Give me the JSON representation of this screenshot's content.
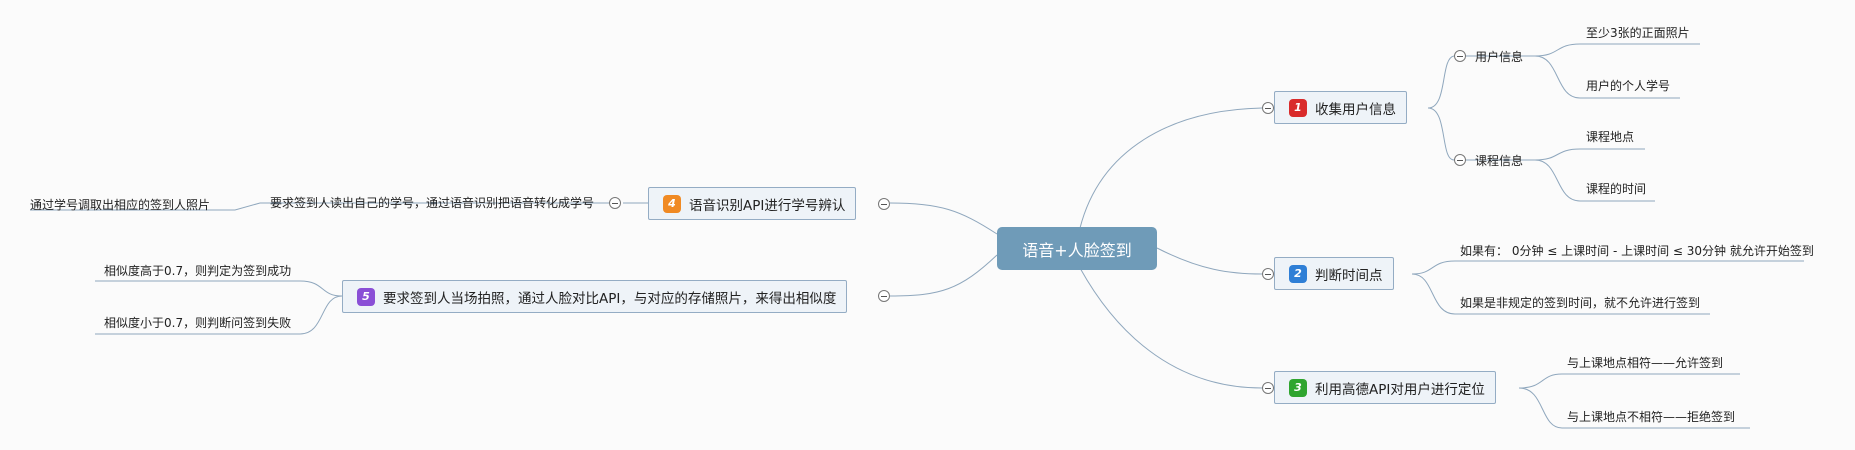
{
  "central": {
    "title": "语音+人脸签到"
  },
  "colors": {
    "central_fill": "#6f9bb8",
    "branch_fill": "#eef3f8",
    "branch_border": "#94acc4",
    "link": "#8fa7bd",
    "badge_1": "#d92b2b",
    "badge_2": "#2f7fd6",
    "badge_3": "#2fa52f",
    "badge_4": "#f08a24",
    "badge_5": "#8a4fd6"
  },
  "branches": [
    {
      "badge": "1",
      "label": "收集用户信息",
      "children": [
        {
          "label": "用户信息",
          "children": [
            {
              "label": "至少3张的正面照片"
            },
            {
              "label": "用户的个人学号"
            }
          ]
        },
        {
          "label": "课程信息",
          "children": [
            {
              "label": "课程地点"
            },
            {
              "label": "课程的时间"
            }
          ]
        }
      ]
    },
    {
      "badge": "2",
      "label": "判断时间点",
      "children": [
        {
          "label": "如果有： 0分钟 ≤ 上课时间 - 上课时间 ≤ 30分钟 就允许开始签到"
        },
        {
          "label": "如果是非规定的签到时间，就不允许进行签到"
        }
      ]
    },
    {
      "badge": "3",
      "label": "利用高德API对用户进行定位",
      "children": [
        {
          "label": "与上课地点相符——允许签到"
        },
        {
          "label": "与上课地点不相符——拒绝签到"
        }
      ]
    },
    {
      "badge": "4",
      "label": "语音识别API进行学号辨认",
      "children": [
        {
          "label": "要求签到人读出自己的学号，通过语音识别把语音转化成学号",
          "children": [
            {
              "label": "通过学号调取出相应的签到人照片"
            }
          ]
        }
      ]
    },
    {
      "badge": "5",
      "label": "要求签到人当场拍照，通过人脸对比API，与对应的存储照片，来得出相似度",
      "children": [
        {
          "label": "相似度高于0.7，则判定为签到成功"
        },
        {
          "label": "相似度小于0.7，则判断问签到失败"
        }
      ]
    }
  ]
}
